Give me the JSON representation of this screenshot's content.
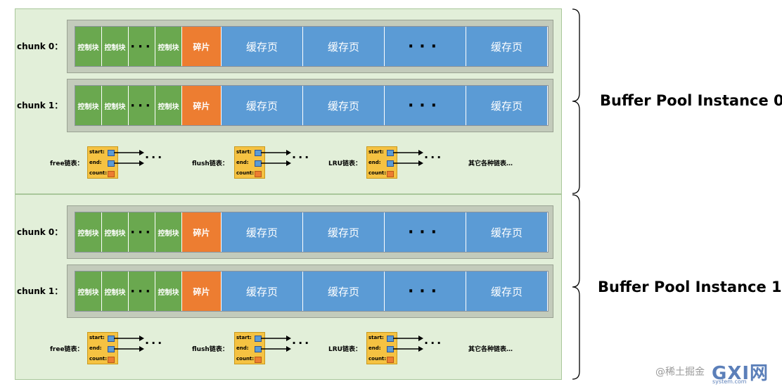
{
  "instances": [
    {
      "label": "Buffer Pool Instance 0",
      "chunks": [
        "chunk 0：",
        "chunk 1："
      ]
    },
    {
      "label": "Buffer Pool Instance 1",
      "chunks": [
        "chunk 0：",
        "chunk 1："
      ]
    }
  ],
  "chunk_cells": {
    "control_block": "控制块",
    "fragment": "碎片",
    "cache_page": "缓存页",
    "dots": "···"
  },
  "lists": {
    "free": "free链表：",
    "flush": "flush链表：",
    "lru": "LRU链表：",
    "other": "其它各种链表…"
  },
  "node": {
    "start": "start:",
    "end": "end:",
    "count": "count:"
  },
  "colors": {
    "instance_bg": "#e2efd9",
    "control_block": "#6aa84f",
    "fragment": "#ed7d31",
    "cache_page": "#5b9bd5",
    "node": "#f5c242"
  },
  "watermark": {
    "text": "@稀土掘金",
    "logo": "GXI网",
    "logo_sub": "system.com"
  }
}
